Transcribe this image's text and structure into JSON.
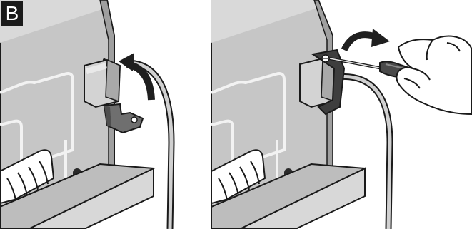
{
  "figure": {
    "step_label": "B",
    "panels": [
      {
        "id": "left",
        "depicts": "bracket-swing-up"
      },
      {
        "id": "right",
        "depicts": "screw-tighten"
      }
    ]
  },
  "colors": {
    "cabinet_dark": "#b9b9b9",
    "cabinet_mid": "#cfcfcf",
    "cabinet_light": "#e2e2e2",
    "plug": "#d3d3d3",
    "bracket": "#6f6f6f",
    "arrow": "#1f1f1f",
    "outline": "#1a1a1a",
    "background": "#ffffff"
  },
  "icons": [
    "rotate-arrow-icon",
    "screwdriver-icon",
    "hand-icon",
    "power-plug-icon",
    "bracket-icon"
  ]
}
